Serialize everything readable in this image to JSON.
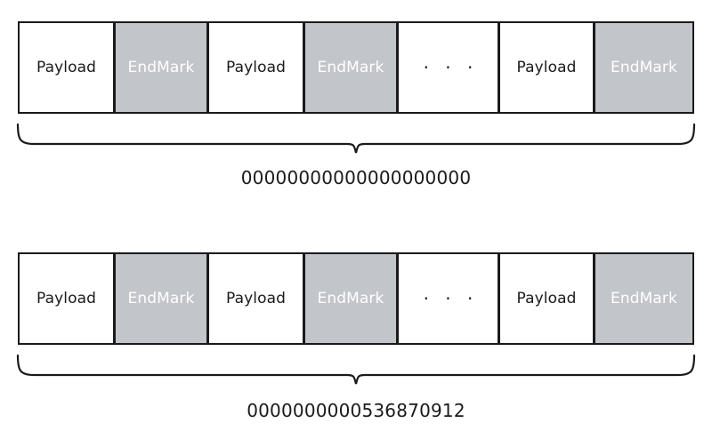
{
  "diagrams": [
    {
      "name": "packet-stream-all-zero-counter",
      "cells": [
        {
          "label": "Payload",
          "kind": "payload"
        },
        {
          "label": "EndMark",
          "kind": "endmark"
        },
        {
          "label": "Payload",
          "kind": "payload"
        },
        {
          "label": "EndMark",
          "kind": "endmark"
        },
        {
          "label": "· · ·",
          "kind": "ellipsis"
        },
        {
          "label": "Payload",
          "kind": "payload"
        },
        {
          "label": "EndMark",
          "kind": "endmark"
        }
      ],
      "caption": "00000000000000000000"
    },
    {
      "name": "packet-stream-counter-value",
      "cells": [
        {
          "label": "Payload",
          "kind": "payload"
        },
        {
          "label": "EndMark",
          "kind": "endmark"
        },
        {
          "label": "Payload",
          "kind": "payload"
        },
        {
          "label": "EndMark",
          "kind": "endmark"
        },
        {
          "label": "· · ·",
          "kind": "ellipsis"
        },
        {
          "label": "Payload",
          "kind": "payload"
        },
        {
          "label": "EndMark",
          "kind": "endmark"
        }
      ],
      "caption": "0000000000536870912"
    }
  ],
  "colors": {
    "endmark_fill": "#c2c5ca",
    "endmark_text": "#ffffff",
    "payload_fill": "#ffffff",
    "payload_text": "#1a1a1a",
    "stroke": "#1a1a1a",
    "background": "#ffffff"
  }
}
